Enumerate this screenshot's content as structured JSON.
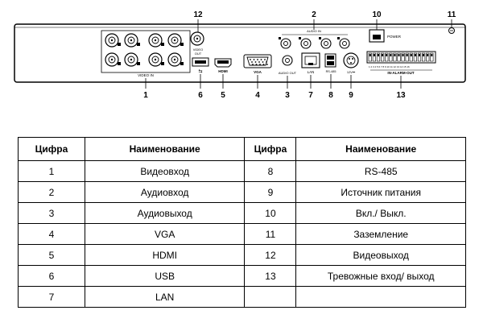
{
  "panel": {
    "labels": {
      "video_in": "VIDEO IN",
      "video_out": "VIDEO\nOUT",
      "audio_in": "AUDIO IN",
      "audio_out": "AUDIO OUT",
      "hdmi": "HDMI",
      "vga": "VGA",
      "lan": "LAN",
      "rs485": "RS-485",
      "power_in": "12V",
      "power_sw": "POWER",
      "alarm": "IN-ALARM-OUT"
    },
    "callouts": [
      "1",
      "2",
      "3",
      "4",
      "5",
      "6",
      "7",
      "8",
      "9",
      "10",
      "11",
      "12",
      "13"
    ]
  },
  "table": {
    "headers": [
      "Цифра",
      "Наименование",
      "Цифра",
      "Наименование"
    ],
    "rows": [
      [
        "1",
        "Видеовход",
        "8",
        "RS-485"
      ],
      [
        "2",
        "Аудиовход",
        "9",
        "Источник питания"
      ],
      [
        "3",
        "Аудиовыход",
        "10",
        "Вкл./ Выкл."
      ],
      [
        "4",
        "VGA",
        "11",
        "Заземление"
      ],
      [
        "5",
        "HDMI",
        "12",
        "Видеовыход"
      ],
      [
        "6",
        "USB",
        "13",
        "Тревожные вход/ выход"
      ],
      [
        "7",
        "LAN",
        "",
        ""
      ]
    ]
  }
}
